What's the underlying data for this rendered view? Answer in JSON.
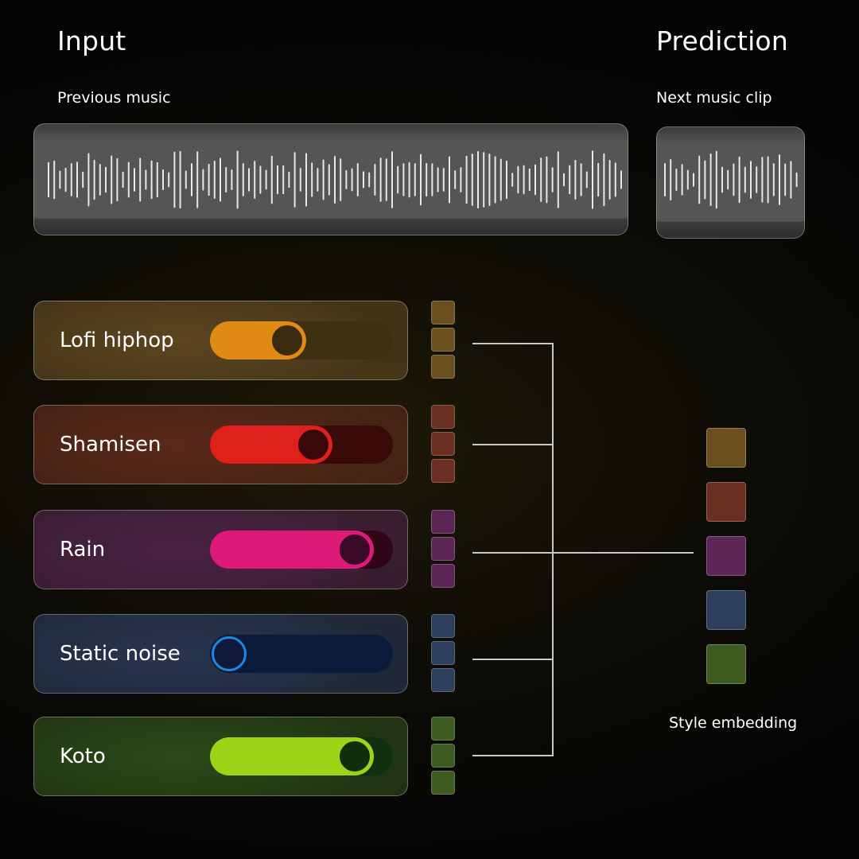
{
  "input_title": "Input",
  "input_subtitle": "Previous music",
  "prediction_title": "Prediction",
  "prediction_subtitle": "Next music clip",
  "embedding_label": "Style embedding",
  "styles": [
    {
      "label": "Lofi hiphop",
      "level": 0.4,
      "card": "#5c4520",
      "accent": "#e08a16",
      "track": "#3e3012",
      "knob_fill": "#3a2a0e",
      "token": "#6b4f1f"
    },
    {
      "label": "Shamisen",
      "level": 0.58,
      "card": "#5a2a1a",
      "accent": "#e0201a",
      "track": "#3a0a08",
      "knob_fill": "#3a0808",
      "token": "#6a2f20"
    },
    {
      "label": "Rain",
      "level": 0.87,
      "card": "#4b2345",
      "accent": "#dd1a78",
      "track": "#300616",
      "knob_fill": "#3a0a26",
      "token": "#5c2757"
    },
    {
      "label": "Static noise",
      "level": 0.0,
      "card": "#283650",
      "accent": "#1a8ae0",
      "track": "#0c1a3a",
      "knob_fill": "#0e1a38",
      "token": "#2c3f5c"
    },
    {
      "label": "Koto",
      "level": 0.87,
      "card": "#2c4a1a",
      "accent": "#9ed418",
      "track": "#103010",
      "knob_fill": "#10300c",
      "token": "#3d5a21"
    }
  ],
  "embedding_colors": [
    "#6b4f1f",
    "#6a2f20",
    "#5c2757",
    "#2c3f5c",
    "#3d5a21"
  ]
}
